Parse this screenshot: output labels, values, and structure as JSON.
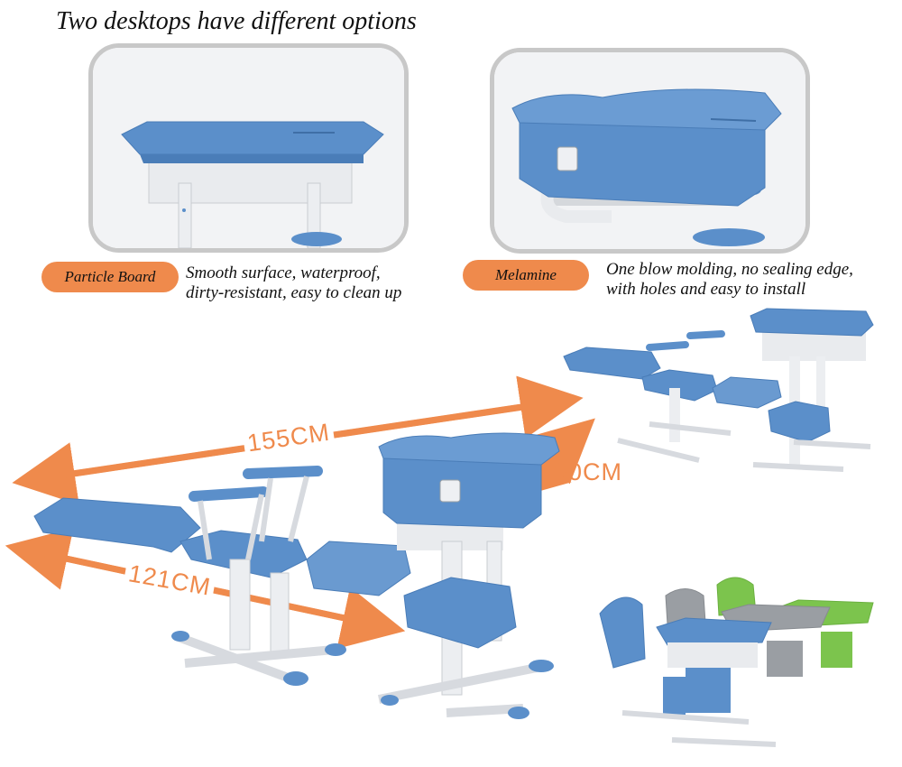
{
  "header": {
    "title": "Two desktops have different options"
  },
  "options": [
    {
      "label": "Particle Board",
      "lines": [
        "Smooth surface, waterproof,",
        "dirty-resistant, easy to clean up"
      ]
    },
    {
      "label": "Melamine",
      "lines": [
        "One blow molding, no sealing edge,",
        "with holes and easy to install"
      ]
    }
  ],
  "dimensions": {
    "length": "155CM",
    "depth": "60CM",
    "chair_length": "121CM"
  },
  "colors": {
    "desk_blue": "#5b8fca",
    "desk_gray": "#9a9ea3",
    "desk_green": "#7cc44d",
    "accent": "#ef8a4c",
    "frame": "#e6e8ec"
  }
}
